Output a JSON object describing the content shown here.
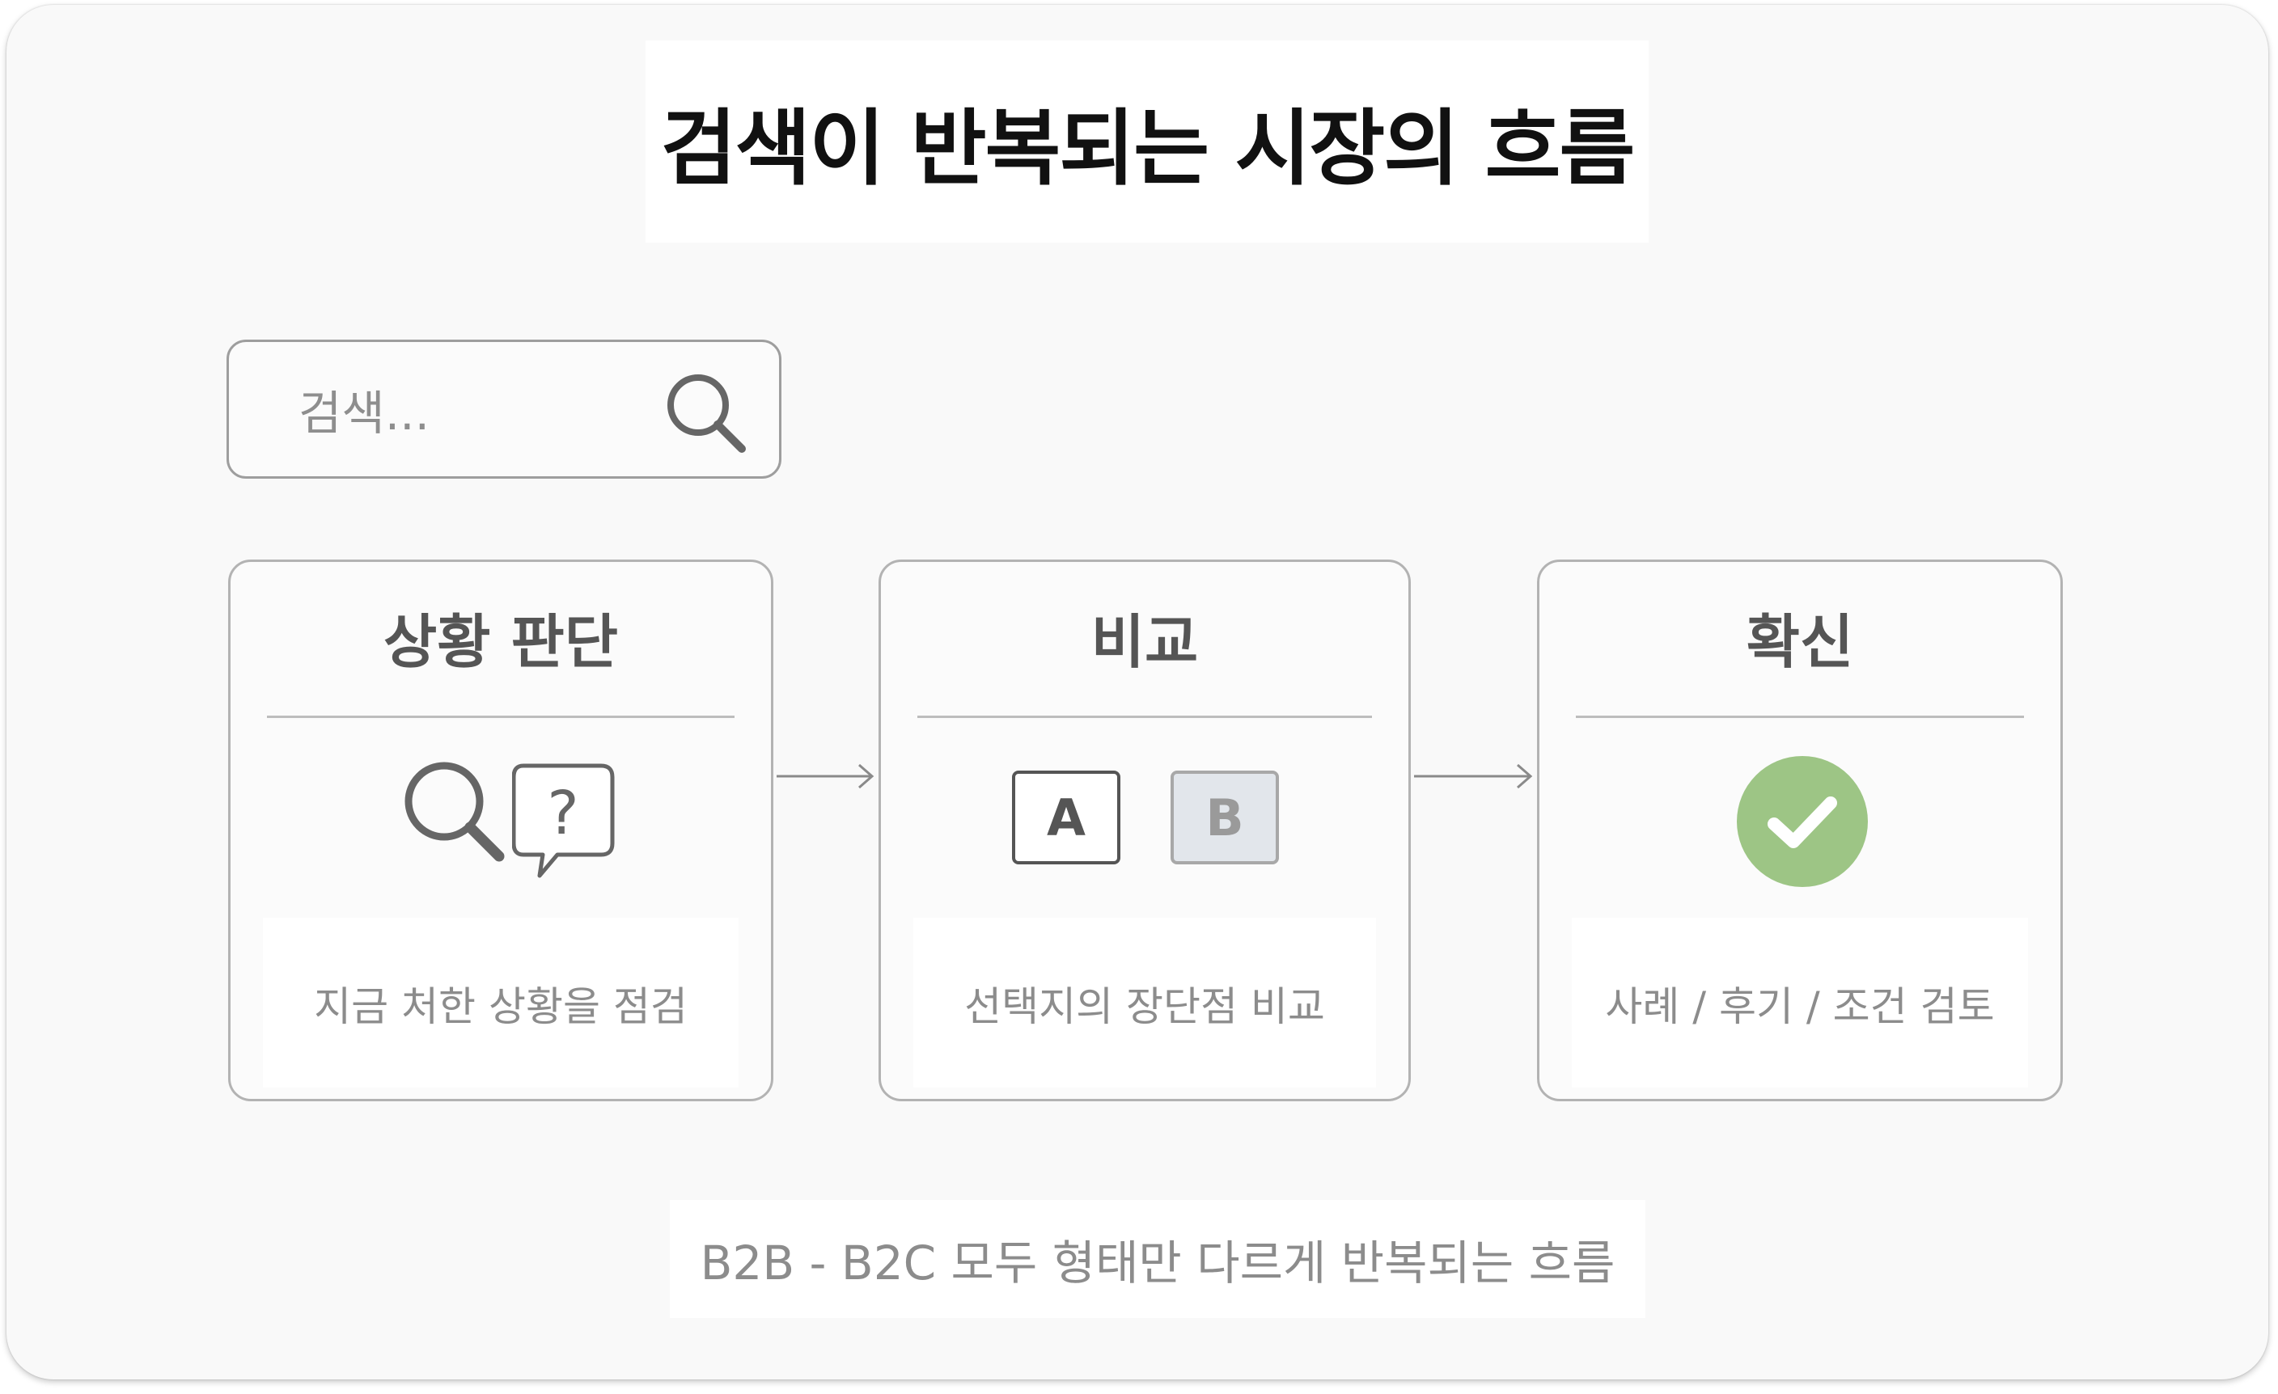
{
  "title": "검색이 반복되는 시장의 흐름",
  "search": {
    "placeholder": "검색..."
  },
  "steps": [
    {
      "title": "상황 판단",
      "description": "지금 처한 상황을 점검",
      "icons": [
        "search-icon",
        "question-bubble-icon"
      ]
    },
    {
      "title": "비교",
      "description": "선택지의 장단점 비교",
      "options": [
        "A",
        "B"
      ]
    },
    {
      "title": "확신",
      "description": "사례 / 후기 / 조건 검토",
      "icons": [
        "check-circle-icon"
      ]
    }
  ],
  "footer": "B2B - B2C 모두 형태만 다르게 반복되는 흐름",
  "colors": {
    "check_green": "#9dc585",
    "option_b_bg": "#e2e6eb",
    "text_gray": "#8c8c8c",
    "title_gray": "#555555"
  }
}
